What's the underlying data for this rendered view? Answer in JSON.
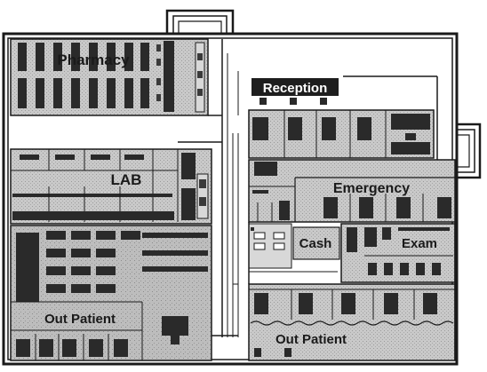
{
  "rooms": {
    "pharmacy": "Pharmacy",
    "reception": "Reception",
    "lab": "LAB",
    "emergency": "Emergency",
    "cash": "Cash",
    "exam": "Exam",
    "out_patient_left": "Out Patient",
    "out_patient_right": "Out Patient"
  },
  "colors": {
    "paper": "#ffffff",
    "floor": "#c8c8c8",
    "floor_light": "#d8d8d8",
    "wall": "#1a1a1a",
    "furniture": "#2a2a2a",
    "label_dark_bg": "#1e1e1e"
  }
}
